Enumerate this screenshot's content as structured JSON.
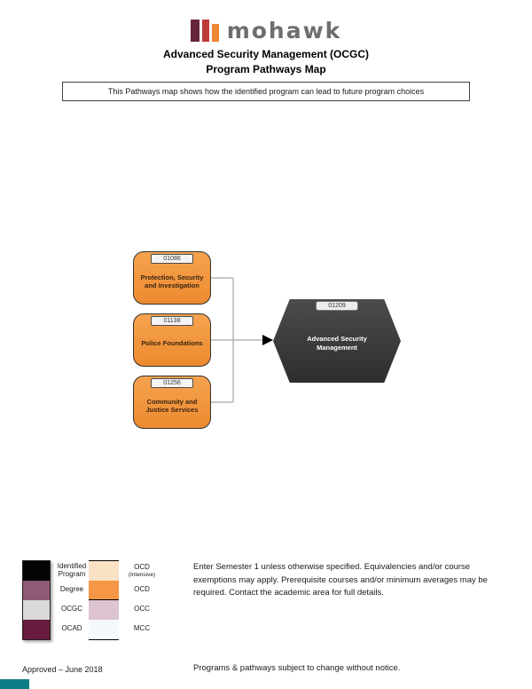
{
  "header": {
    "logo": {
      "brand": "mohawk",
      "bar_colors": [
        "#67253C",
        "#BE3A3A",
        "#EF8633"
      ],
      "word_color": "#6D6E71"
    },
    "title_line1": "Advanced Security Management (OCGC)",
    "title_line2": "Program Pathways Map",
    "banner": "This Pathways map shows how the identified program can lead to future program choices"
  },
  "diagram": {
    "source_programs": [
      {
        "code": "01086",
        "name": "Protection, Security and Investigation"
      },
      {
        "code": "01138",
        "name": "Police Foundations"
      },
      {
        "code": "01256",
        "name": "Community and Justice Services"
      }
    ],
    "target_program": {
      "code": "01209",
      "name": "Advanced Security Management"
    },
    "colors": {
      "source_fill": "#F0913D",
      "target_fill": "#3B3B3B",
      "connector": "#A6A6A6",
      "arrow": "#000000"
    }
  },
  "legend": {
    "left_column": [
      {
        "label": "Identified Program",
        "color": "#050505"
      },
      {
        "label": "Degree",
        "color": "#8E5A75"
      },
      {
        "label": "OCGC",
        "color": "#D9D9D9"
      },
      {
        "label": "OCAD",
        "color": "#661A3C"
      }
    ],
    "right_column": [
      {
        "label": "OCD",
        "sublabel": "(Intensive)",
        "color": "#FBE2C5"
      },
      {
        "label": "OCD",
        "sublabel": "",
        "color": "#F79646"
      },
      {
        "label": "OCC",
        "sublabel": "",
        "color": "#DEC4D2"
      },
      {
        "label": "MCC",
        "sublabel": "",
        "color": "#F4F9FC"
      }
    ]
  },
  "note": "Enter Semester 1 unless otherwise specified. Equivalencies and/or course exemptions may apply. Prerequisite courses and/or minimum averages may be required. Contact the academic area for full details.",
  "footer": {
    "approved": "Approved – June 2018",
    "disclaimer": "Programs & pathways subject to change without notice.",
    "accent_color": "#0E7D85"
  }
}
